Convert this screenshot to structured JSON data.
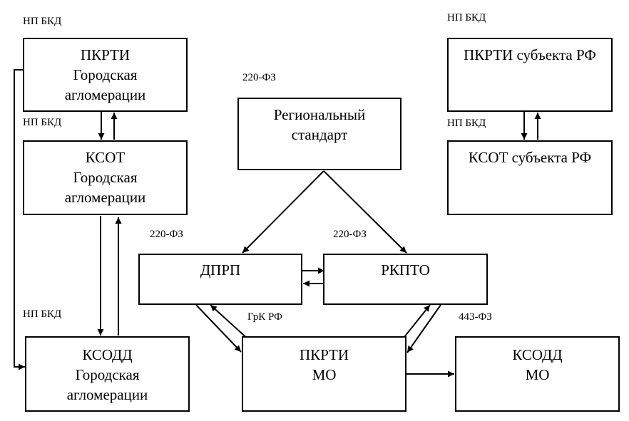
{
  "boxes": {
    "pkrti_ga": [
      "ПКРТИ",
      "Городская",
      "агломерации"
    ],
    "ksot_ga": [
      "КСОТ",
      "Городская",
      "агломерации"
    ],
    "ksodd_ga": [
      "КСОДД",
      "Городская",
      "агломерации"
    ],
    "regional_standard": [
      "Региональный",
      "стандарт"
    ],
    "dprp": [
      "ДПРП"
    ],
    "rkpto": [
      "РКПТО"
    ],
    "pkrti_mo": [
      "ПКРТИ",
      "МО"
    ],
    "ksodd_mo": [
      "КСОДД",
      "МО"
    ],
    "pkrti_subject": [
      "ПКРТИ субъекта РФ"
    ],
    "ksot_subject": [
      "КСОТ субъекта РФ"
    ]
  },
  "labels": {
    "np_bkd_1": "НП БКД",
    "np_bkd_2": "НП БКД",
    "np_bkd_3": "НП БКД",
    "np_bkd_4": "НП БКД",
    "np_bkd_5": "НП БКД",
    "fz220_top": "220-ФЗ",
    "fz220_left": "220-ФЗ",
    "fz220_right": "220-ФЗ",
    "grk_rf": "ГрК РФ",
    "fz443": "443-ФЗ"
  },
  "colors": {
    "stroke": "#000000",
    "background": "#ffffff"
  }
}
